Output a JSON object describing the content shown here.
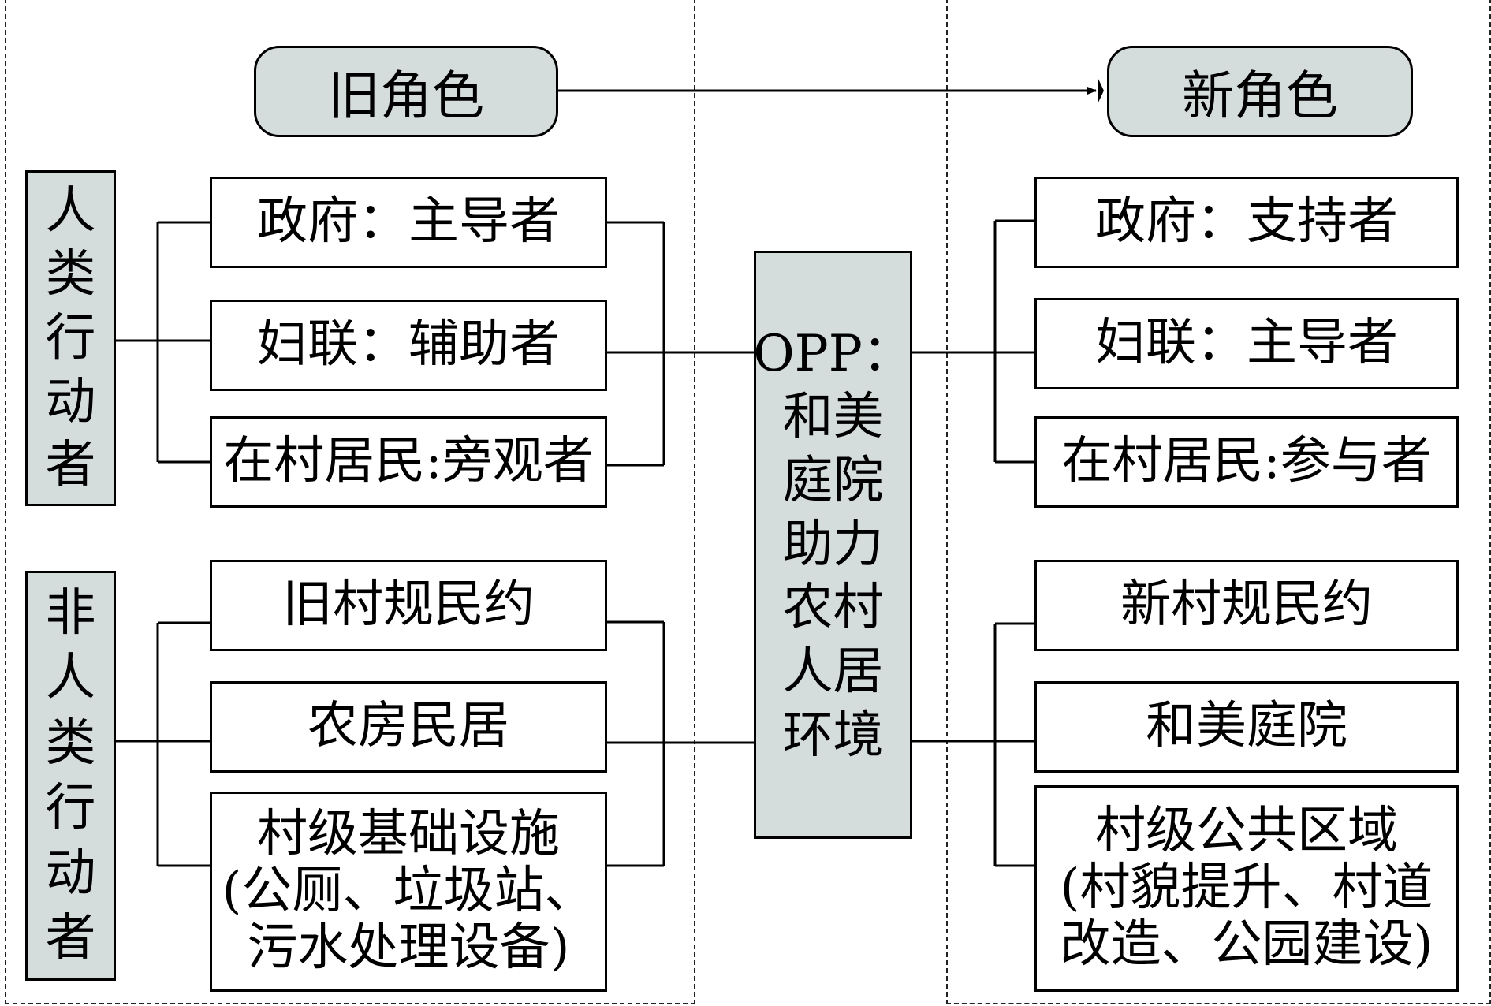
{
  "old_role": "旧角色",
  "new_role": "新角色",
  "human_actors_label": [
    "人",
    "类",
    "行",
    "动",
    "者"
  ],
  "nonhuman_actors_label": [
    "非",
    "人",
    "类",
    "行",
    "动",
    "者"
  ],
  "center_lines": [
    "OPP：",
    "和美",
    "庭院",
    "助力",
    "农村",
    "人居",
    "环境"
  ],
  "left_human": [
    "政府：主导者",
    "妇联：辅助者",
    "在村居民:旁观者"
  ],
  "left_nonhuman": [
    "旧村规民约",
    "农房民居",
    "村级基础设施\n(公厕、垃圾站、\n污水处理设备)"
  ],
  "right_human": [
    "政府：支持者",
    "妇联：主导者",
    "在村居民:参与者"
  ],
  "right_nonhuman": [
    "新村规民约",
    "和美庭院",
    "村级公共区域\n(村貌提升、村道\n改造、公园建设)"
  ]
}
